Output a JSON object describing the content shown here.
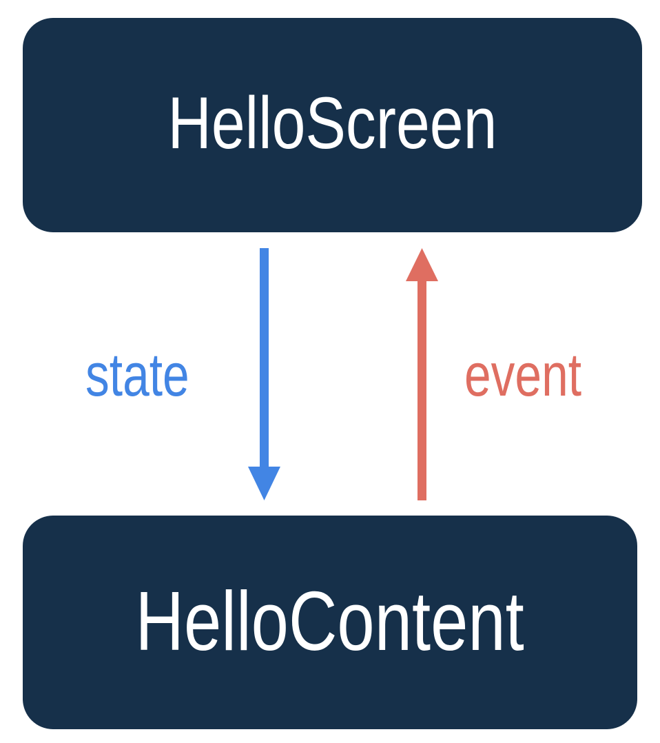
{
  "diagram": {
    "title": "HelloScreen / HelloContent state-event loop",
    "background_color": "#ffffff",
    "nodes": [
      {
        "id": "hello-screen",
        "label": "HelloScreen",
        "fill_color": "#16304a",
        "text_color": "#ffffff"
      },
      {
        "id": "hello-content",
        "label": "HelloContent",
        "fill_color": "#16304a",
        "text_color": "#ffffff"
      }
    ],
    "edges": [
      {
        "id": "state-edge",
        "label": "state",
        "color": "#4285e4",
        "from": "hello-screen",
        "to": "hello-content",
        "direction": "down"
      },
      {
        "id": "event-edge",
        "label": "event",
        "color": "#df6e61",
        "from": "hello-content",
        "to": "hello-screen",
        "direction": "up"
      }
    ]
  }
}
